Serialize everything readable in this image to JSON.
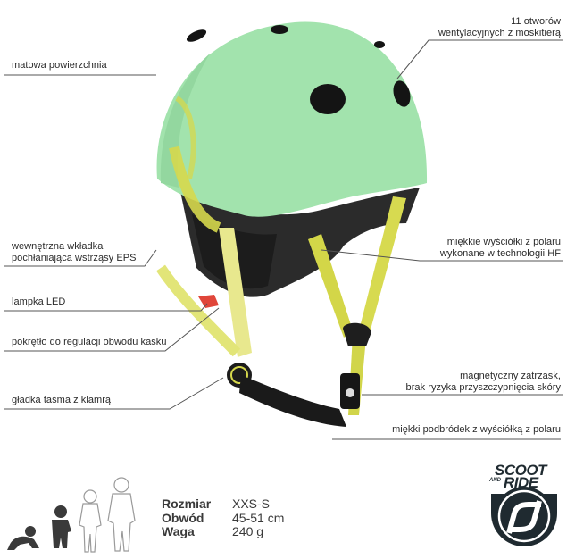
{
  "callouts": {
    "left": [
      {
        "id": "matte-surface",
        "lines": [
          "matowa powierzchnia"
        ]
      },
      {
        "id": "eps-liner",
        "lines": [
          "wewnętrzna wkładka",
          "pochłaniająca wstrząsy EPS"
        ]
      },
      {
        "id": "led-light",
        "lines": [
          "lampka LED"
        ]
      },
      {
        "id": "fit-dial",
        "lines": [
          "pokrętło do regulacji obwodu kasku"
        ]
      },
      {
        "id": "smooth-strap",
        "lines": [
          "gładka taśma z klamrą"
        ]
      }
    ],
    "right": [
      {
        "id": "vents",
        "lines": [
          "11 otworów",
          "wentylacyjnych z moskitierą"
        ]
      },
      {
        "id": "fleece-pads",
        "lines": [
          "miękkie wyściółki z polaru",
          "wykonane w technologii HF"
        ]
      },
      {
        "id": "magnetic-buckle",
        "lines": [
          "magnetyczny zatrzask,",
          "brak  ryzyka przyszczypnięcia skóry"
        ]
      },
      {
        "id": "chin-pad",
        "lines": [
          "miękki podbródek z wyściółką z polaru"
        ]
      }
    ]
  },
  "specs": {
    "rows": [
      {
        "key": "Rozmiar",
        "value": "XXS-S"
      },
      {
        "key": "Obwód",
        "value": "45-51 cm"
      },
      {
        "key": "Waga",
        "value": "240 g"
      }
    ]
  },
  "age_icons": [
    "crawling-baby-icon",
    "toddler-icon",
    "child-outline-icon",
    "older-child-outline-icon"
  ],
  "logo": {
    "line1": "SCOOT",
    "and": "AND",
    "line2": "RIDE"
  },
  "colors": {
    "shell_green": "#9fe3a8",
    "shell_shade": "#8fd69a",
    "strap_yellow": "#d9de5a",
    "logo_dark": "#1f2a30",
    "liner_dark": "#2a2a2a",
    "leader_line": "#555555"
  }
}
